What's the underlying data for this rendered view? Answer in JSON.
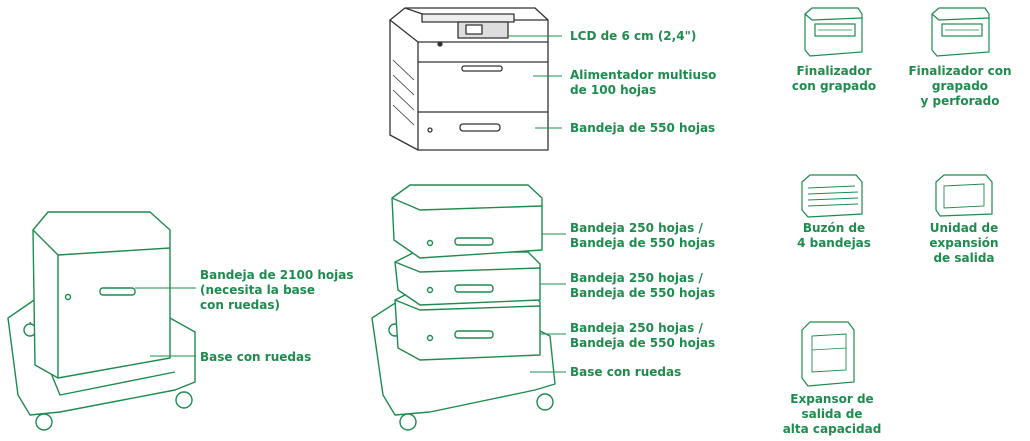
{
  "colors": {
    "accent": "#1e8c4e",
    "outline": "#333333"
  },
  "printer_labels": {
    "lcd": "LCD de 6 cm (2,4\")",
    "mpf": [
      "Alimentador multiuso",
      "de 100 hojas"
    ],
    "tray550": "Bandeja de 550 hojas"
  },
  "left_stand_labels": {
    "tray2100": [
      "Bandeja de 2100 hojas",
      "(necesita la base",
      "con ruedas)"
    ],
    "caster_base": "Base con ruedas"
  },
  "middle_stack_labels": {
    "tray_a": [
      "Bandeja 250 hojas /",
      "Bandeja de 550 hojas"
    ],
    "tray_b": [
      "Bandeja 250 hojas /",
      "Bandeja de 550 hojas"
    ],
    "tray_c": [
      "Bandeja 250 hojas /",
      "Bandeja de 550 hojas"
    ],
    "caster_base": "Base con ruedas"
  },
  "options": {
    "stapler_finisher": [
      "Finalizador",
      "con grapado"
    ],
    "staple_punch_finisher": [
      "Finalizador con",
      "grapado",
      "y perforado"
    ],
    "mailbox": [
      "Buzón de",
      "4 bandejas"
    ],
    "output_expander": [
      "Unidad de",
      "expansión",
      "de salida"
    ],
    "high_capacity_expander": [
      "Expansor de",
      "salida de",
      "alta capacidad"
    ]
  }
}
